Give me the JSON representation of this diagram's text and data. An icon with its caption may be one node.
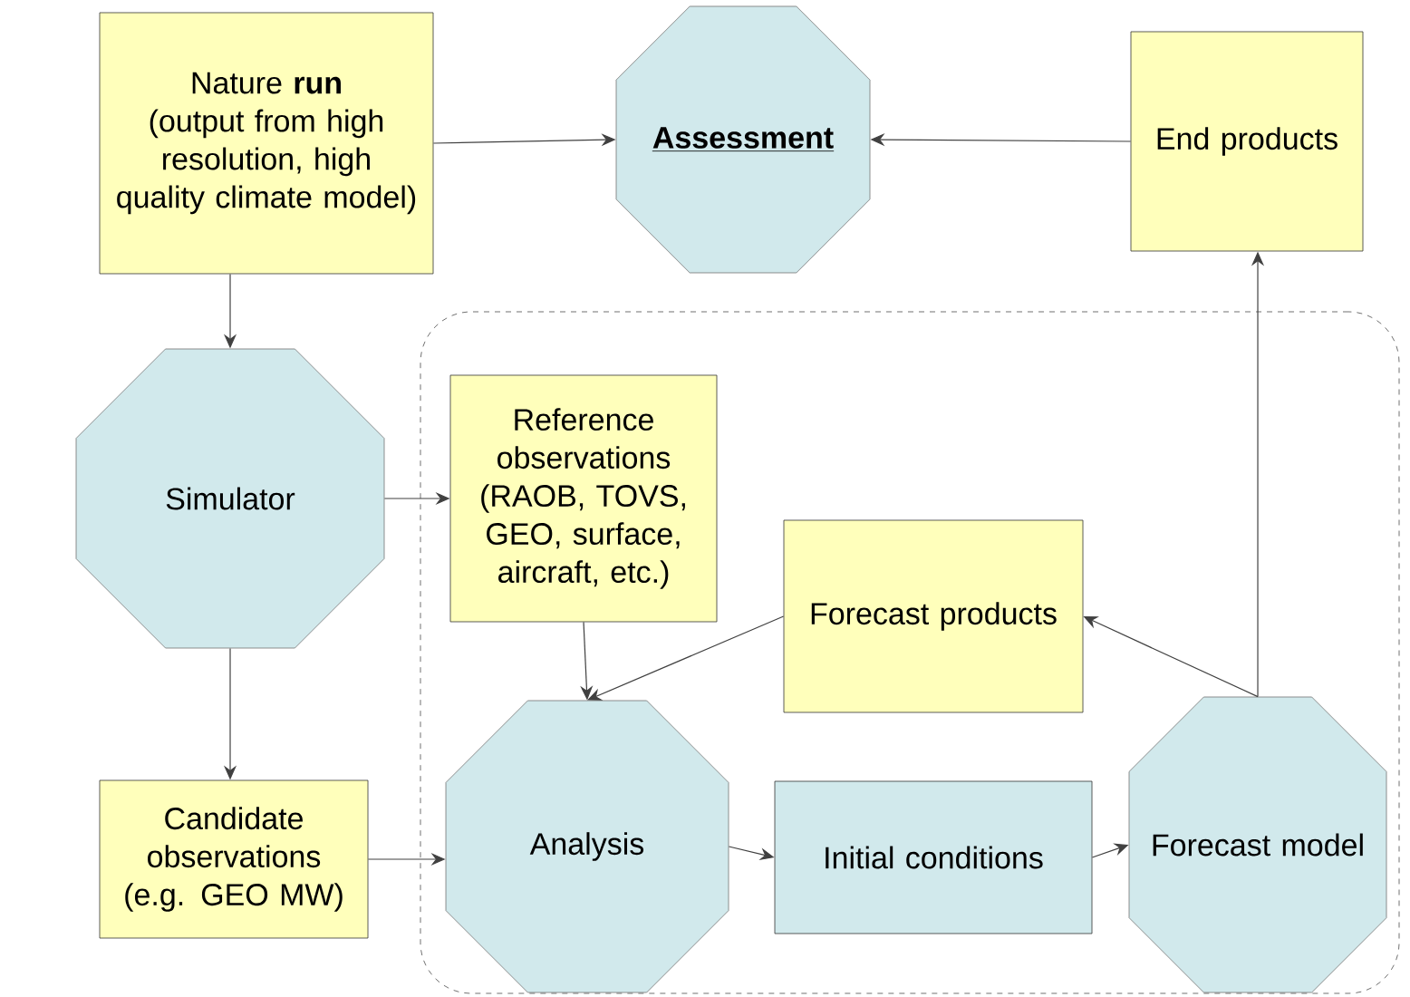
{
  "diagram": {
    "nodes": [
      {
        "text": [
          "Nature **run**",
          "(output from high resolution, high quality climate model)"
        ]
      },
      {
        "text": [
          "Assessment"
        ]
      },
      {
        "text": [
          "End products"
        ]
      },
      {
        "text": [
          "Simulator"
        ]
      },
      {
        "text": [],
        "shape": "box"
      },
      {
        "text": [
          "Reference observations (RAOB, TOVS, GEO, surface, aircraft, etc.)"
        ],
        "in": 4
      },
      {
        "text": [
          "Forecast products"
        ],
        "in": 4
      },
      {
        "text": [
          "Candidate observations (e.g. GEO MW)"
        ]
      },
      {
        "text": [
          "Analysis"
        ],
        "in": 4
      },
      {
        "text": [
          "Initial conditions"
        ],
        "in": 4
      },
      {
        "text": [
          "Forecast model"
        ],
        "in": 4
      }
    ],
    "edges": [
      {
        "from": 0,
        "to": 1,
        "arrow": "to"
      },
      {
        "from": 2,
        "to": 1,
        "arrow": "to"
      },
      {
        "from": 0,
        "to": 3,
        "arrow": "to"
      },
      {
        "from": 3,
        "to": 5,
        "arrow": "to"
      },
      {
        "from": 3,
        "to": 7,
        "arrow": "to"
      },
      {
        "from": 5,
        "to": 8,
        "arrow": "to"
      },
      {
        "from": 6,
        "to": 8,
        "arrow": "to"
      },
      {
        "from": 7,
        "to": 8,
        "arrow": "to"
      },
      {
        "from": 8,
        "to": 9,
        "arrow": "to"
      },
      {
        "from": 9,
        "to": 10,
        "arrow": "to"
      },
      {
        "from": 10,
        "to": 6,
        "arrow": "to"
      },
      {
        "from": 10,
        "to": 2,
        "arrow": "to"
      }
    ]
  }
}
